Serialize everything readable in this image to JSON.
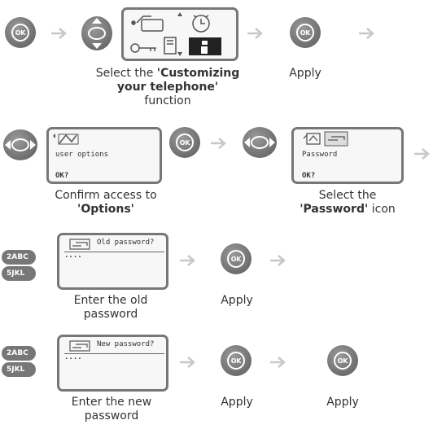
{
  "ok_label": "OK",
  "row1": {
    "caption_select_prefix": "Select the ",
    "caption_select_bold": "'Customizing your telephone'",
    "caption_select_suffix": "function",
    "caption_apply": "Apply"
  },
  "row2": {
    "screen1_line1": "user options",
    "screen1_line2": "OK?",
    "caption_confirm_line1": "Confirm access to",
    "caption_confirm_bold": "'Options'",
    "screen2_line1": "Password",
    "screen2_line2": "OK?",
    "caption_select_line1": "Select the",
    "caption_select_bold": "'Password'",
    "caption_select_suffix": " icon"
  },
  "row3": {
    "key_top": "2ABC",
    "key_bottom": "5JKL",
    "screen_title": "Old password?",
    "screen_dots": "....",
    "caption_enter": "Enter the old password",
    "caption_apply": "Apply"
  },
  "row4": {
    "key_top": "2ABC",
    "key_bottom": "5JKL",
    "screen_title": "New password?",
    "screen_dots": "....",
    "caption_enter": "Enter the new password",
    "caption_apply1": "Apply",
    "caption_apply2": "Apply"
  }
}
